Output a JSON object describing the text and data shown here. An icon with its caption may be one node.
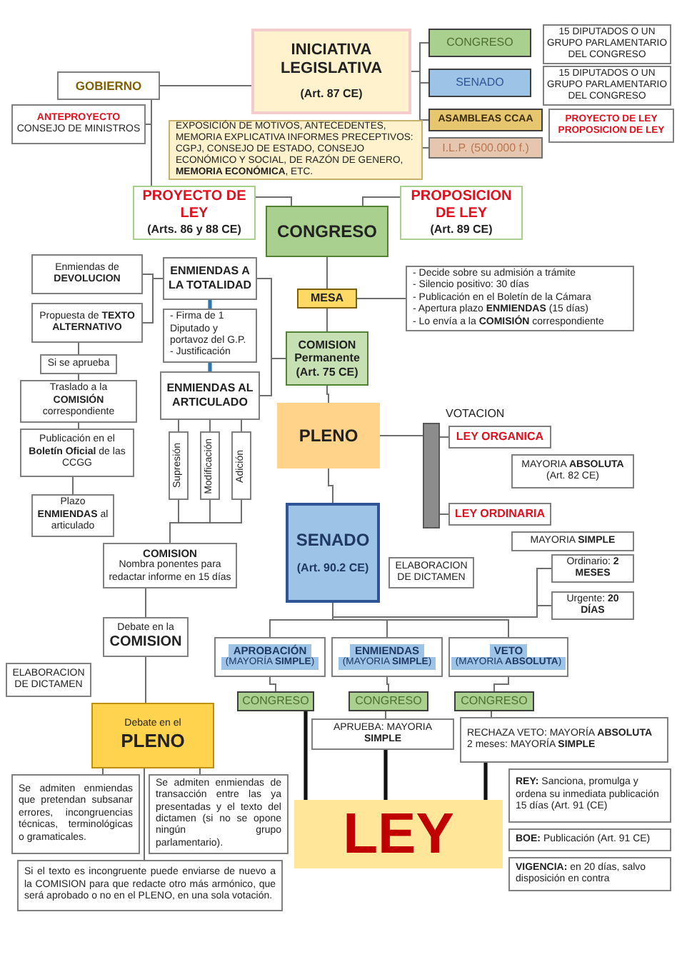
{
  "diagram": {
    "nodes": [
      {
        "text": [
          "INICIATIVA LEGISLATIVA",
          "(Art. 87 CE)"
        ]
      },
      {
        "text": [
          "GOBIERNO"
        ]
      },
      {
        "text": [
          "ANTEPROYECTO",
          "CONSEJO DE MINISTROS"
        ]
      },
      {
        "text": [
          "CONGRESO"
        ]
      },
      {
        "text": [
          "15 DIPUTADOS O UN GRUPO PARLAMENTARIO DEL CONGRESO"
        ]
      },
      {
        "text": [
          "SENADO"
        ]
      },
      {
        "text": [
          "15 DIPUTADOS O UN GRUPO PARLAMENTARIO DEL CONGRESO"
        ]
      },
      {
        "text": [
          "ASAMBLEAS CCAA"
        ]
      },
      {
        "text": [
          "PROYECTO DE LEY",
          "PROPOSICION DE LEY"
        ]
      },
      {
        "text": [
          "I.L.P. (500.000 f.)"
        ]
      },
      {
        "text": [
          "EXPOSICIÓN DE MOTIVOS, ANTECEDENTES, MEMORIA EXPLICATIVA INFORMES PRECEPTIVOS: CGPJ, CONSEJO DE ESTADO, CONSEJO ECONÓMICO Y SOCIAL, DE RAZÓN DE GENERO, **MEMORIA ECONÓMICA**, ETC."
        ]
      },
      {
        "text": [
          "PROYECTO DE LEY",
          "(Arts. 86 y 88 CE)"
        ]
      },
      {
        "text": [
          "CONGRESO"
        ]
      },
      {
        "text": [
          "PROPOSICION DE LEY",
          "(Art. 89 CE)"
        ]
      },
      {
        "text": [
          "Enmiendas de **DEVOLUCION**"
        ]
      },
      {
        "text": [
          "ENMIENDAS A LA TOTALIDAD"
        ]
      },
      {
        "text": [
          "MESA"
        ]
      },
      {
        "text": [
          "- Decide sobre su admisión a trámite",
          "- Silencio positivo: 30 días",
          "- Publicación en el Boletín de la Cámara",
          "- Apertura plazo **ENMIENDAS** (15 días)",
          "- Lo envía a la **COMISIÓN** correspondiente"
        ]
      },
      {
        "text": [
          "Propuesta de **TEXTO ALTERNATIVO**"
        ]
      },
      {
        "text": [
          "- Firma de 1 Diputado y portavoz del G.P.",
          "- Justificación"
        ]
      },
      {
        "text": [
          "COMISION Permanente",
          "(Art. 75 CE)"
        ]
      },
      {
        "text": [
          "Si se aprueba"
        ]
      },
      {
        "text": [
          "Traslado a la **COMISIÓN** correspondiente"
        ]
      },
      {
        "text": [
          "ENMIENDAS AL ARTICULADO"
        ]
      },
      {
        "text": [
          "PLENO"
        ]
      },
      {
        "text": [],
        "shape": "bar",
        "beside": [
          "VOTACION"
        ]
      },
      {
        "text": [
          "LEY ORGANICA"
        ]
      },
      {
        "text": [
          "MAYORIA **ABSOLUTA**",
          "(Art. 82 CE)"
        ]
      },
      {
        "text": [
          "LEY ORDINARIA"
        ]
      },
      {
        "text": [
          "MAYORIA **SIMPLE**"
        ]
      },
      {
        "text": [
          "Publicación en el **Boletín Oficial** de las CCGG"
        ]
      },
      {
        "text": [
          "Supresión"
        ]
      },
      {
        "text": [
          "Modificación"
        ]
      },
      {
        "text": [
          "Adición"
        ]
      },
      {
        "text": [
          "Plazo **ENMIENDAS** al articulado"
        ]
      },
      {
        "text": [
          "SENADO",
          "(Art. 90.2 CE)"
        ]
      },
      {
        "text": [
          "ELABORACION DE DICTAMEN"
        ]
      },
      {
        "text": [
          "COMISION",
          "Nombra ponentes para redactar informe en 15 días"
        ]
      },
      {
        "text": [
          "Ordinario: **2 MESES**"
        ]
      },
      {
        "text": [
          "Urgente: **20 DÍAS**"
        ]
      },
      {
        "text": [
          "Debate en la **COMISION**"
        ]
      },
      {
        "text": [
          "APROBACIÓN",
          "(MAYORÍA **SIMPLE**)"
        ]
      },
      {
        "text": [
          "ENMIENDAS",
          "(MAYORIA **SIMPLE**)"
        ]
      },
      {
        "text": [
          "VETO",
          "(MAYORIA **ABSOLUTA**)"
        ]
      },
      {
        "text": [
          "ELABORACION DE DICTAMEN"
        ]
      },
      {
        "text": [
          "CONGRESO"
        ]
      },
      {
        "text": [
          "CONGRESO"
        ]
      },
      {
        "text": [
          "CONGRESO"
        ]
      },
      {
        "text": [
          "APRUEBA: MAYORIA **SIMPLE**"
        ]
      },
      {
        "text": [
          "RECHAZA VETO: MAYORÍA **ABSOLUTA**",
          "2 meses: MAYORÍA **SIMPLE**"
        ]
      },
      {
        "text": [
          "Debate en el **PLENO**"
        ]
      },
      {
        "text": [
          "Se admiten enmiendas que pretendan subsanar errores, incongruencias técnicas, terminológicas o gramaticales."
        ]
      },
      {
        "text": [
          "Se admiten enmiendas de transacción entre las ya presentadas y el texto del dictamen (si no se opone ningún grupo parlamentario)."
        ]
      },
      {
        "text": [
          "LEY"
        ]
      },
      {
        "text": [
          "**REY:** Sanciona, promulga y ordena su inmediata publicación 15 días (Art. 91 (CE)"
        ]
      },
      {
        "text": [
          "**BOE:** Publicación (Art. 91 CE)"
        ]
      },
      {
        "text": [
          "**VIGENCIA:** en 20 días, salvo disposición en contra"
        ]
      },
      {
        "text": [
          "Si el texto es incongruente puede enviarse de nuevo a la COMISION para que redacte otro más armónico, que será aprobado o no en el PLENO, en una sola votación."
        ]
      }
    ],
    "edges": [
      {
        "from": 1,
        "to": 0,
        "arrow": "none"
      },
      {
        "from": 0,
        "to": 3,
        "arrow": "none"
      },
      {
        "from": 0,
        "to": 5,
        "arrow": "none"
      },
      {
        "from": 0,
        "to": 7,
        "arrow": "none"
      },
      {
        "from": 0,
        "to": 9,
        "arrow": "none"
      },
      {
        "from": 1,
        "to": 2,
        "arrow": "none"
      },
      {
        "from": 1,
        "to": 11,
        "arrow": "none"
      },
      {
        "from": 11,
        "to": 12,
        "arrow": "none"
      },
      {
        "from": 13,
        "to": 12,
        "arrow": "none"
      },
      {
        "from": 12,
        "to": 16,
        "arrow": "none"
      },
      {
        "from": 16,
        "to": 17,
        "arrow": "none"
      },
      {
        "from": 16,
        "to": 20,
        "arrow": "none"
      },
      {
        "from": 14,
        "to": 15,
        "arrow": "none"
      },
      {
        "from": 18,
        "to": 15,
        "arrow": "none"
      },
      {
        "from": 15,
        "to": 19,
        "arrow": "none",
        "style": "thick",
        "color": "#2e75b6"
      },
      {
        "from": 19,
        "to": 23,
        "arrow": "none",
        "style": "thick",
        "color": "#2e75b6"
      },
      {
        "from": 15,
        "to": 20,
        "arrow": "none"
      },
      {
        "from": 23,
        "to": 20,
        "arrow": "none"
      },
      {
        "from": 18,
        "to": 21,
        "arrow": "none"
      },
      {
        "from": 21,
        "to": 22,
        "arrow": "none"
      },
      {
        "from": 22,
        "to": 30,
        "arrow": "none"
      },
      {
        "from": 30,
        "to": 34,
        "arrow": "none"
      },
      {
        "from": 23,
        "to": 31,
        "arrow": "none"
      },
      {
        "from": 23,
        "to": 32,
        "arrow": "none"
      },
      {
        "from": 23,
        "to": 33,
        "arrow": "none"
      },
      {
        "from": 31,
        "to": 37,
        "arrow": "none"
      },
      {
        "from": 32,
        "to": 37,
        "arrow": "none"
      },
      {
        "from": 33,
        "to": 37,
        "arrow": "none"
      },
      {
        "from": 20,
        "to": 24,
        "arrow": "none"
      },
      {
        "from": 24,
        "to": 25,
        "arrow": "none"
      },
      {
        "from": 25,
        "to": 26,
        "arrow": "none"
      },
      {
        "from": 25,
        "to": 28,
        "arrow": "none"
      },
      {
        "from": 24,
        "to": 35,
        "arrow": "none"
      },
      {
        "from": 35,
        "to": 41,
        "arrow": "none"
      },
      {
        "from": 35,
        "to": 42,
        "arrow": "none"
      },
      {
        "from": 35,
        "to": 43,
        "arrow": "none"
      },
      {
        "from": 35,
        "to": 38,
        "arrow": "none"
      },
      {
        "from": 35,
        "to": 39,
        "arrow": "none"
      },
      {
        "from": 37,
        "to": 40,
        "arrow": "none"
      },
      {
        "from": 40,
        "to": 50,
        "arrow": "none"
      },
      {
        "from": 50,
        "to": 51,
        "arrow": "none"
      },
      {
        "from": 50,
        "to": 52,
        "arrow": "none"
      },
      {
        "from": 50,
        "to": 57,
        "arrow": "none"
      },
      {
        "from": 41,
        "to": 45,
        "arrow": "none"
      },
      {
        "from": 42,
        "to": 46,
        "arrow": "none"
      },
      {
        "from": 43,
        "to": 47,
        "arrow": "none"
      },
      {
        "from": 46,
        "to": 48,
        "arrow": "none"
      },
      {
        "from": 47,
        "to": 49,
        "arrow": "none"
      },
      {
        "from": 45,
        "to": 53,
        "arrow": "none",
        "style": "thick",
        "color": "#111111"
      },
      {
        "from": 48,
        "to": 53,
        "arrow": "none",
        "style": "thick",
        "color": "#111111"
      },
      {
        "from": 49,
        "to": 53,
        "arrow": "none",
        "style": "thick",
        "color": "#111111"
      }
    ]
  }
}
